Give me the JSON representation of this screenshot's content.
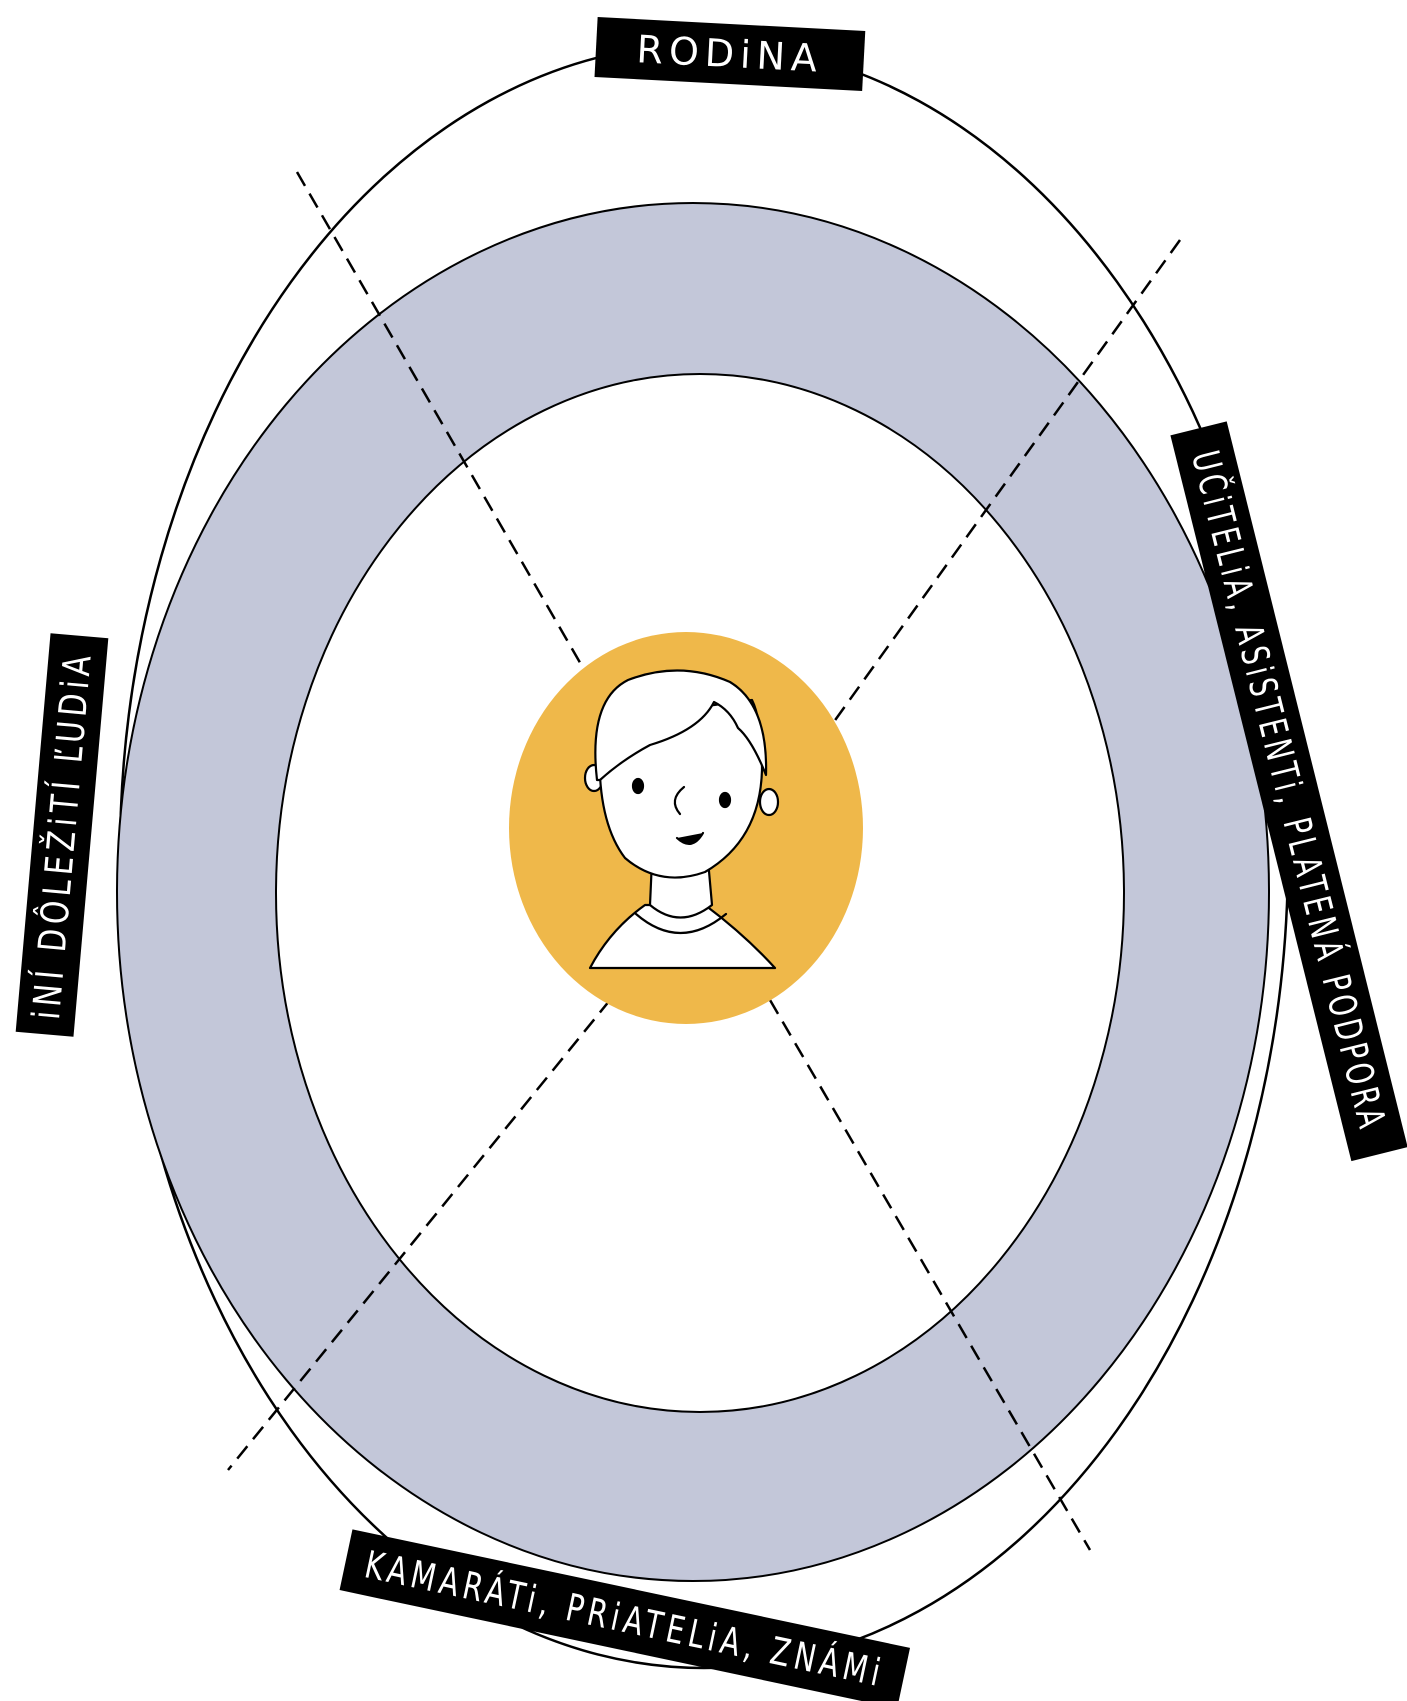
{
  "diagram": {
    "labels": {
      "top": "RODiNA",
      "right": "UČiTELiA, ASiSTENTi, PLATENÁ PODPORA",
      "bottom": "KAMARÁTi, PRiATELiA, ZNÁMi",
      "left": "iNÍ DÔLEŽiTÍ ĽUDiA"
    },
    "colors": {
      "inner_ring_fill": "#c3c7d9",
      "avatar_circle": "#efb84a",
      "label_background": "#000000",
      "label_text": "#ffffff",
      "outline": "#000000",
      "background": "#ffffff"
    },
    "avatar": {
      "icon": "person-avatar-icon"
    }
  }
}
